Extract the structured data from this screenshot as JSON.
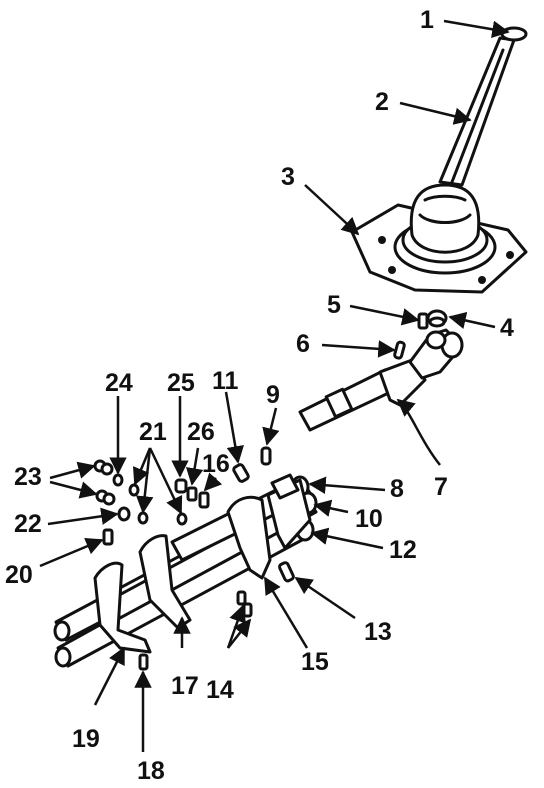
{
  "diagram": {
    "callouts": [
      "1",
      "2",
      "3",
      "4",
      "5",
      "6",
      "7",
      "8",
      "9",
      "10",
      "11",
      "12",
      "13",
      "14",
      "15",
      "16",
      "17",
      "18",
      "19",
      "20",
      "21",
      "22",
      "23",
      "24",
      "25",
      "26"
    ],
    "colors": {
      "ink": "#111111",
      "background": "#ffffff"
    }
  }
}
